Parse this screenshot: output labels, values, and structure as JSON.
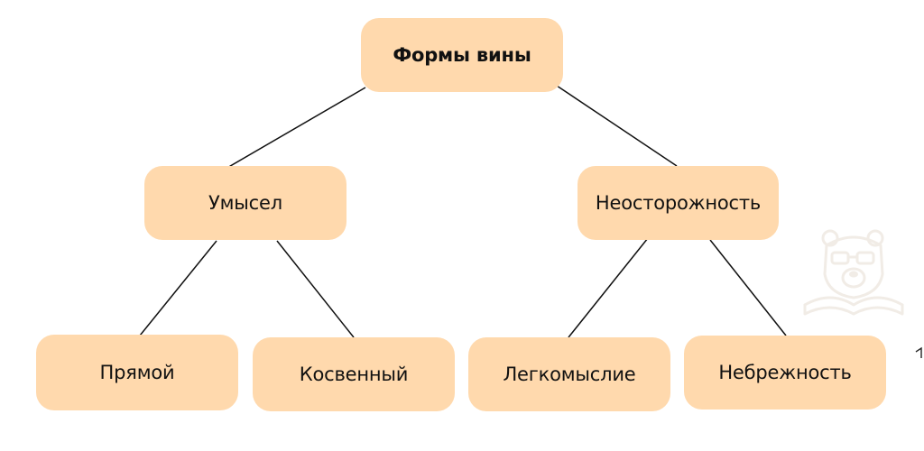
{
  "diagram": {
    "root": {
      "label": "Формы вины"
    },
    "intent": {
      "label": "Умысел"
    },
    "negligence": {
      "label": "Неосторожность"
    },
    "direct": {
      "label": "Прямой"
    },
    "indirect": {
      "label": "Косвенный"
    },
    "frivolity": {
      "label": "Легкомыслие"
    },
    "carelessness": {
      "label": "Небрежность"
    }
  },
  "colors": {
    "node_fill": "#ffd9ad",
    "connector": "#111111",
    "text": "#111111",
    "watermark": "#f1ece6"
  },
  "icons": {
    "watermark": "bear-logo-icon"
  }
}
